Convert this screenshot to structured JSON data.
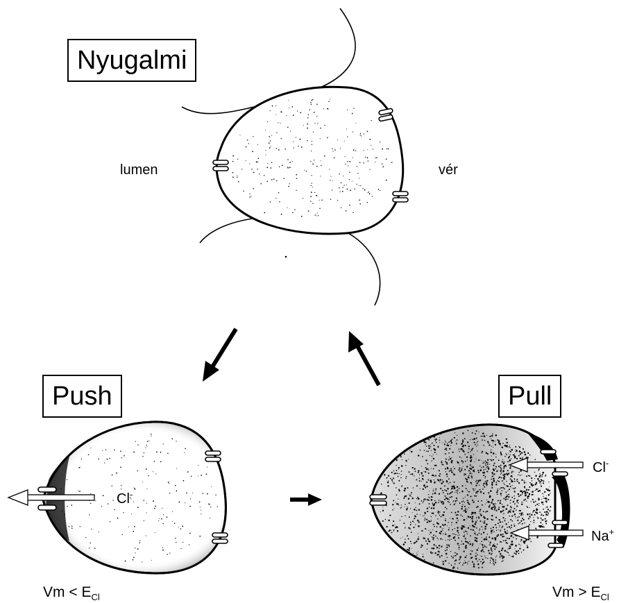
{
  "titles": {
    "rest": "Nyugalmi",
    "push": "Push",
    "pull": "Pull"
  },
  "labels": {
    "lumen": "lumen",
    "blood": "vér",
    "push_ion": "Cl",
    "push_ion_charge": "-",
    "pull_ion_cl": "Cl",
    "pull_ion_cl_charge": "-",
    "pull_ion_na": "Na",
    "pull_ion_na_charge": "+"
  },
  "conditions": {
    "push": {
      "vm": "Vm",
      "op": "<",
      "e": "E",
      "sub": "Cl"
    },
    "pull": {
      "vm": "Vm",
      "op": ">",
      "e": "E",
      "sub": "Cl"
    }
  }
}
